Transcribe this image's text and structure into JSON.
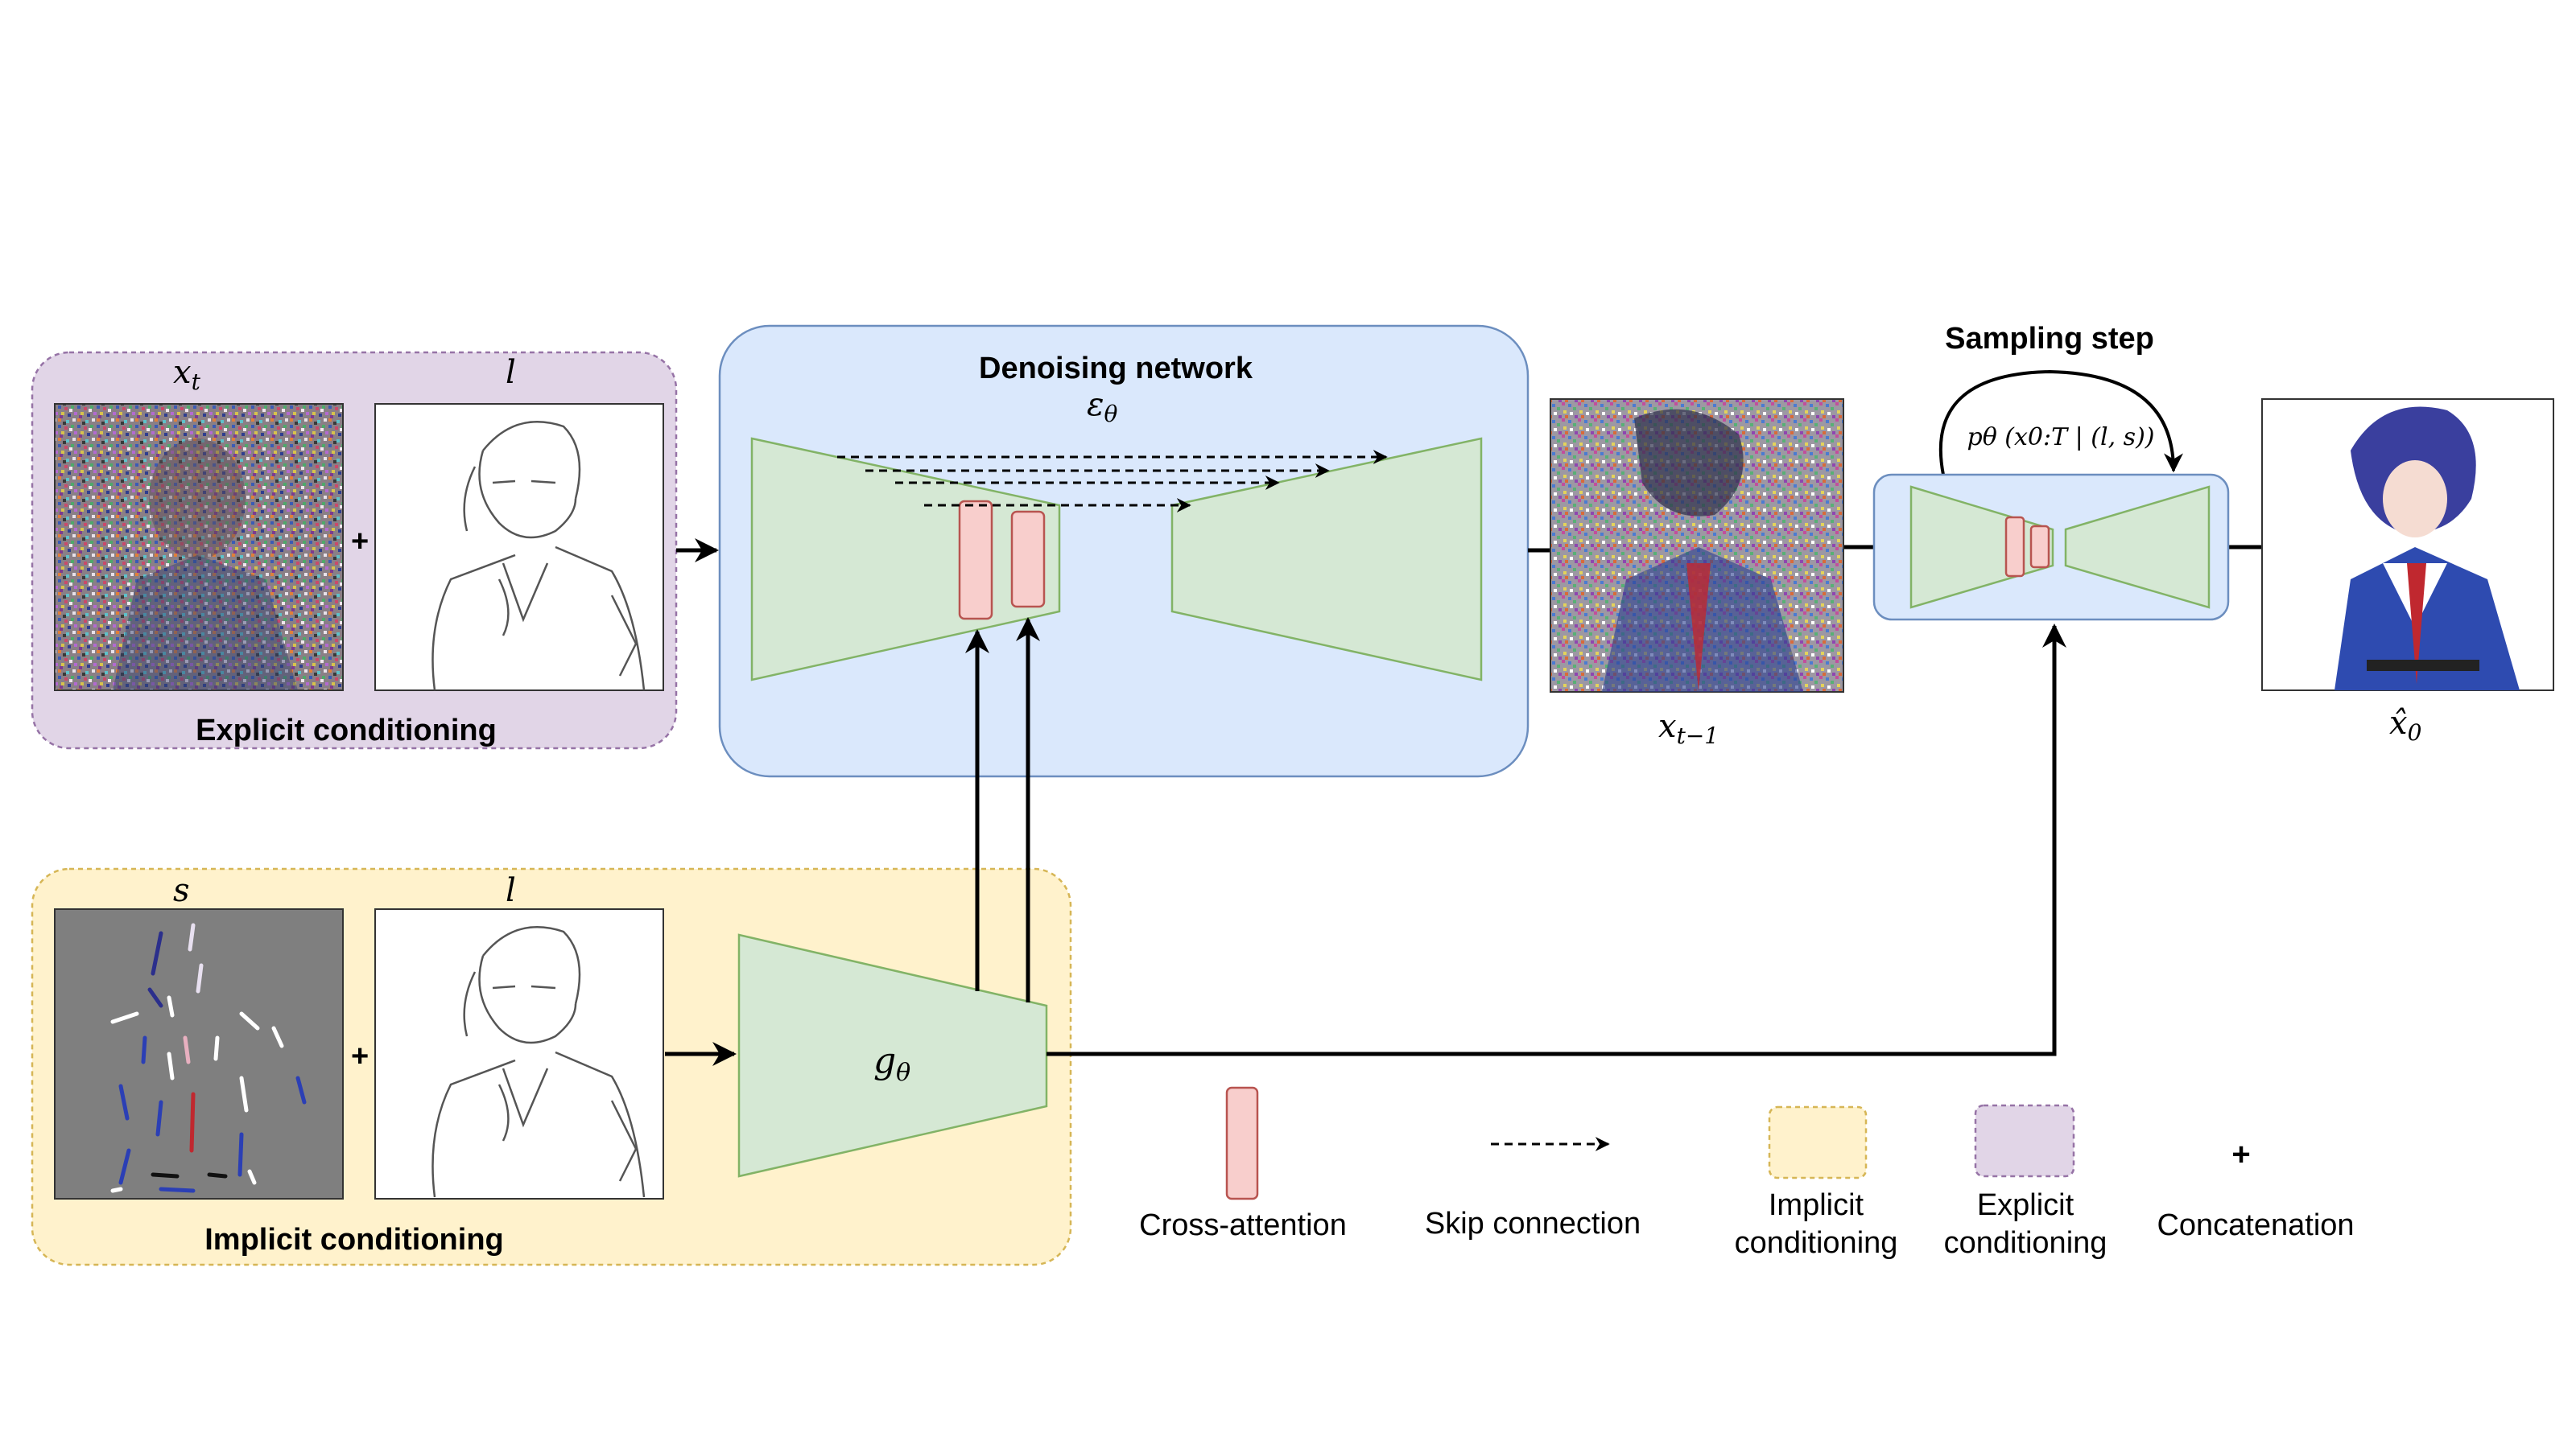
{
  "panels": {
    "explicit": {
      "label": "Explicit conditioning",
      "img_xt_label": "x",
      "img_xt_sub": "t",
      "img_l_label": "l"
    },
    "implicit": {
      "label": "Implicit conditioning",
      "img_s_label": "s",
      "img_l_label": "l"
    },
    "denoising": {
      "title": "Denoising network",
      "symbol": "ε",
      "symbol_sub": "θ"
    },
    "encoder": {
      "symbol": "g",
      "symbol_sub": "θ"
    },
    "sampling": {
      "title": "Sampling step",
      "formula": "pθ (x0:T | (l, s))"
    },
    "output_prev": {
      "label": "x",
      "sub": "t−1"
    },
    "output_final": {
      "label": "x̂",
      "sub": "0"
    },
    "concat_symbol": "+"
  },
  "legend": {
    "cross_attention": "Cross-attention",
    "skip_connection": "Skip connection",
    "implicit_line1": "Implicit",
    "implicit_line2": "conditioning",
    "explicit_line1": "Explicit",
    "explicit_line2": "conditioning",
    "concat_symbol": "+",
    "concatenation": "Concatenation"
  },
  "colors": {
    "explicit_fill": "#e1d5e7",
    "explicit_stroke": "#9673a6",
    "implicit_fill": "#fff2cc",
    "implicit_stroke": "#d6b656",
    "network_fill": "#dae8fc",
    "network_stroke": "#6c8ebf",
    "unet_fill": "#d5e8d4",
    "unet_stroke": "#82b366",
    "attn_fill": "#f8cecc",
    "attn_stroke": "#b85450"
  }
}
